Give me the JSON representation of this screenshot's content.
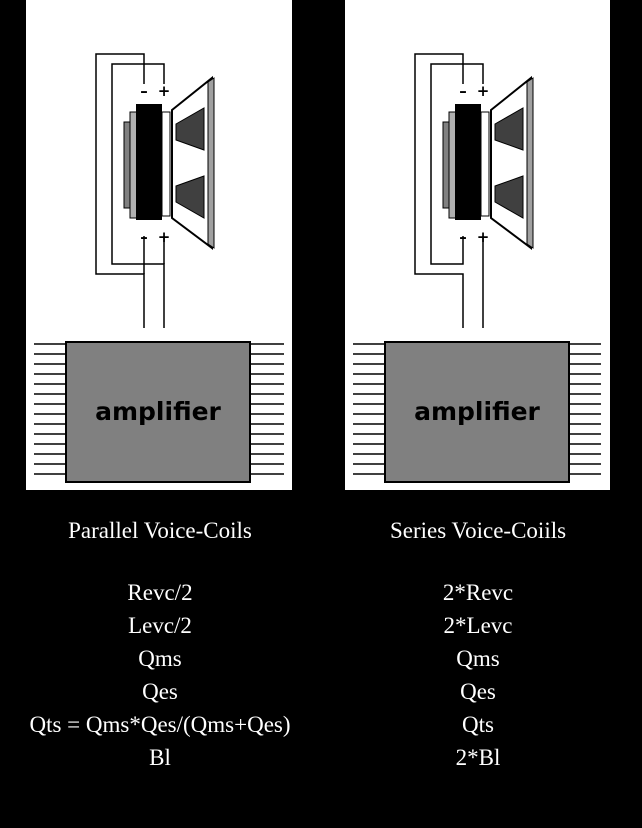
{
  "diagrams": [
    {
      "amplifier_label": "amplifier",
      "caption": "Parallel Voice-Coils",
      "params": [
        "Revc/2",
        "Levc/2",
        "Qms",
        "Qes",
        "Qts = Qms*Qes/(Qms+Qes)",
        "Bl"
      ]
    },
    {
      "amplifier_label": "amplifier",
      "caption": "Series Voice-Coiils",
      "params": [
        "2*Revc",
        "2*Levc",
        "Qms",
        "Qes",
        "Qts",
        "2*Bl"
      ]
    }
  ],
  "terminal_labels": {
    "minus": "–",
    "plus": "+"
  },
  "colors": {
    "background": "#000000",
    "panel": "#ffffff",
    "amplifier_fill": "#808080",
    "speaker_gray": "#808080"
  }
}
